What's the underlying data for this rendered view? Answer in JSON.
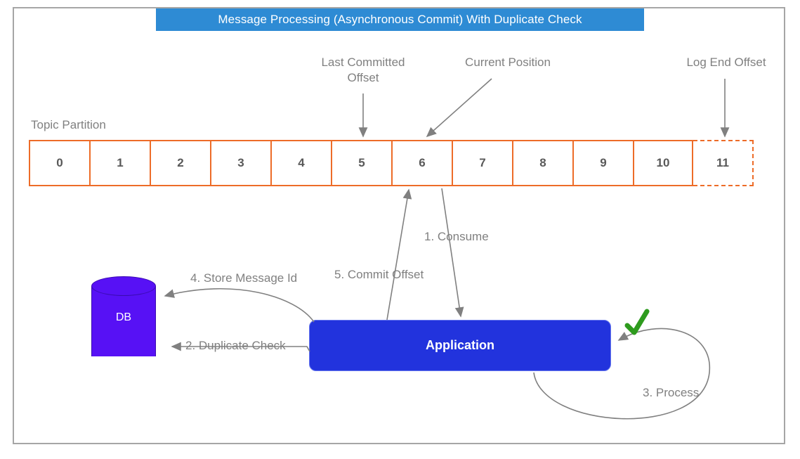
{
  "diagram": {
    "title": "Message Processing (Asynchronous Commit) With Duplicate Check",
    "colors": {
      "title_bar": "#2e8bd4",
      "partition_border": "#ed6c28",
      "database": "#5711f5",
      "application": "#2233dd",
      "arrow": "#808080",
      "check": "#2e9b1e",
      "frame": "#a6a6a6",
      "label_text": "#808080"
    },
    "callouts": {
      "last_committed_offset": "Last Committed\nOffset",
      "current_position": "Current Position",
      "log_end_offset": "Log End Offset"
    },
    "partition": {
      "label": "Topic Partition",
      "cells": [
        {
          "value": "0",
          "style": "solid"
        },
        {
          "value": "1",
          "style": "solid"
        },
        {
          "value": "2",
          "style": "solid"
        },
        {
          "value": "3",
          "style": "solid"
        },
        {
          "value": "4",
          "style": "solid"
        },
        {
          "value": "5",
          "style": "solid"
        },
        {
          "value": "6",
          "style": "solid"
        },
        {
          "value": "7",
          "style": "solid"
        },
        {
          "value": "8",
          "style": "solid"
        },
        {
          "value": "9",
          "style": "solid"
        },
        {
          "value": "10",
          "style": "solid"
        },
        {
          "value": "11",
          "style": "dashed"
        }
      ],
      "last_committed_offset_index": 5,
      "current_position_index": 6,
      "log_end_offset_index": 11
    },
    "nodes": {
      "database_label": "DB",
      "application_label": "Application"
    },
    "steps": [
      {
        "number": "1",
        "label": "1. Consume"
      },
      {
        "number": "2",
        "label": "2. Duplicate Check"
      },
      {
        "number": "3",
        "label": "3. Process"
      },
      {
        "number": "4",
        "label": "4. Store Message Id"
      },
      {
        "number": "5",
        "label": "5. Commit Offset"
      }
    ],
    "icons": {
      "check_mark": "check-mark-icon"
    }
  }
}
